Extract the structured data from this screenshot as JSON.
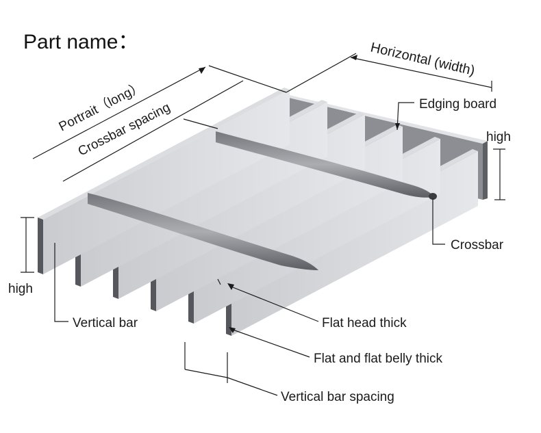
{
  "title": "Part name：",
  "labels": {
    "horizontal": "Horizontal (width)",
    "portrait": "Portrait（long）",
    "crossbar_spacing": "Crossbar spacing",
    "edging_board": "Edging board",
    "high_right": "high",
    "high_left": "high",
    "crossbar": "Crossbar",
    "vertical_bar": "Vertical bar",
    "flat_head_thick": "Flat head thick",
    "flat_belly_thick": "Flat and flat belly thick",
    "vertical_bar_spacing": "Vertical bar spacing"
  },
  "colors": {
    "bar_top": "#dcdde0",
    "bar_front": "#8f9196",
    "bar_dark": "#55575c",
    "line": "#1a1a1a"
  }
}
